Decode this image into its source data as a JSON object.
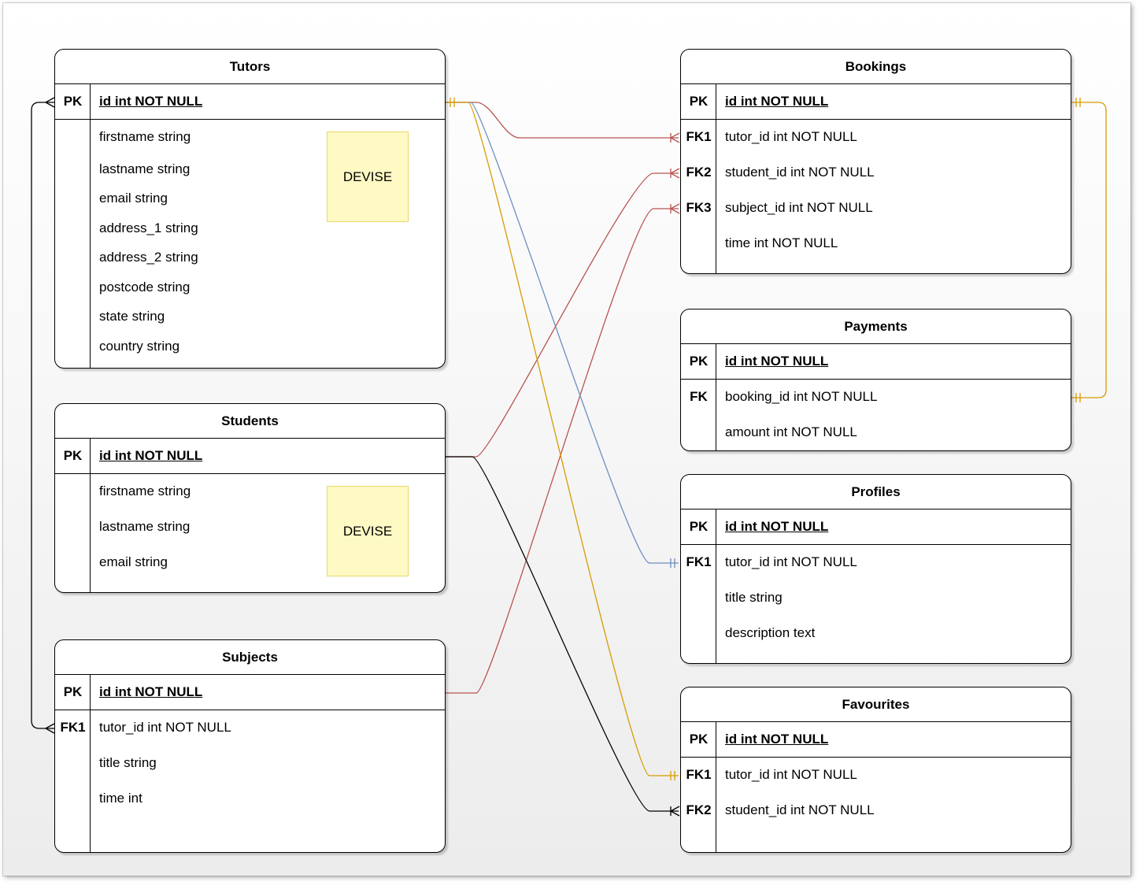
{
  "tables": {
    "tutors": {
      "title": "Tutors",
      "pk_key": "PK",
      "pk_field": "id int NOT NULL",
      "fields": [
        "firstname string",
        "lastname string",
        "email string",
        "address_1 string",
        "address_2 string",
        "postcode string",
        "state string",
        "country string"
      ],
      "note": "DEVISE"
    },
    "students": {
      "title": "Students",
      "pk_key": "PK",
      "pk_field": "id int NOT NULL",
      "fields": [
        "firstname string",
        "lastname string",
        "email string"
      ],
      "note": "DEVISE"
    },
    "subjects": {
      "title": "Subjects",
      "pk_key": "PK",
      "pk_field": "id int NOT NULL",
      "rows": [
        {
          "key": "FK1",
          "field": "tutor_id int NOT NULL"
        },
        {
          "key": "",
          "field": "title string"
        },
        {
          "key": "",
          "field": "time int"
        }
      ]
    },
    "bookings": {
      "title": "Bookings",
      "pk_key": "PK",
      "pk_field": "id int NOT NULL",
      "rows": [
        {
          "key": "FK1",
          "field": "tutor_id int NOT NULL"
        },
        {
          "key": "FK2",
          "field": "student_id int NOT NULL"
        },
        {
          "key": "FK3",
          "field": "subject_id int NOT NULL"
        },
        {
          "key": "",
          "field": "time int NOT NULL"
        }
      ]
    },
    "payments": {
      "title": "Payments",
      "pk_key": "PK",
      "pk_field": "id int NOT NULL",
      "rows": [
        {
          "key": "FK",
          "field": "booking_id int NOT NULL"
        },
        {
          "key": "",
          "field": "amount int NOT NULL"
        }
      ]
    },
    "profiles": {
      "title": "Profiles",
      "pk_key": "PK",
      "pk_field": "id int NOT NULL",
      "rows": [
        {
          "key": "FK1",
          "field": "tutor_id int NOT NULL"
        },
        {
          "key": "",
          "field": "title string"
        },
        {
          "key": "",
          "field": "description text"
        }
      ]
    },
    "favourites": {
      "title": "Favourites",
      "pk_key": "PK",
      "pk_field": "id int NOT NULL",
      "rows": [
        {
          "key": "FK1",
          "field": "tutor_id int NOT NULL"
        },
        {
          "key": "FK2",
          "field": "student_id int NOT NULL"
        }
      ]
    }
  },
  "colors": {
    "red": "#b85450",
    "orange": "#d79b00",
    "blue": "#6c8ebf",
    "black": "#000000",
    "note_fill": "#fff9c4",
    "note_stroke": "#e8d86a"
  }
}
